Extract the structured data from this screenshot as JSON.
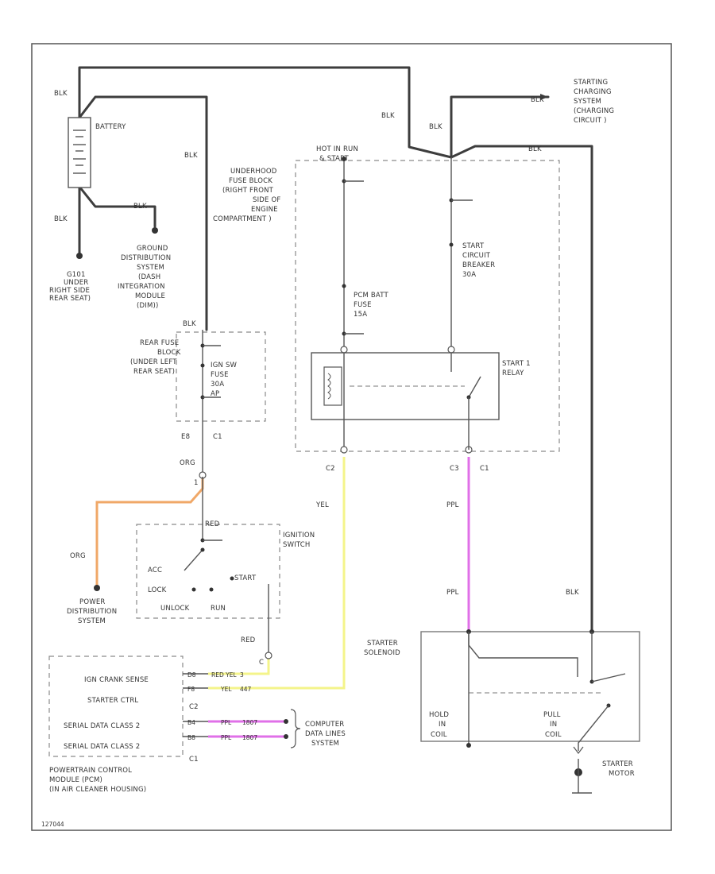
{
  "colors": {
    "wire_blk": "#3d3d3d",
    "wire_org": "#f0a868",
    "wire_yel": "#f4f48a",
    "wire_ppl": "#e070e8",
    "border": "#555555"
  },
  "wire_codes": {
    "blk": "BLK",
    "org": "ORG",
    "yel": "YEL",
    "ppl": "PPL",
    "red": "RED"
  },
  "battery": {
    "label": "BATTERY"
  },
  "ground_g101": {
    "lines": [
      "G101",
      "UNDER",
      "RIGHT SIDE",
      "REAR SEAT)"
    ]
  },
  "ground_distribution": {
    "lines": [
      "GROUND",
      "DISTRIBUTION",
      "SYSTEM",
      "(DASH",
      "INTEGRATION",
      "MODULE",
      "(DIM))"
    ]
  },
  "underhood_fuse_block": {
    "lines": [
      "UNDERHOOD",
      "FUSE BLOCK",
      "(RIGHT FRONT",
      "SIDE OF",
      "ENGINE",
      "COMPARTMENT )"
    ],
    "hot_label_1": "HOT IN RUN",
    "hot_label_2": "& START"
  },
  "start_cb": {
    "lines": [
      "START",
      "CIRCUIT",
      "BREAKER",
      "30A"
    ]
  },
  "pcm_batt_fuse": {
    "lines": [
      "PCM BATT",
      "FUSE",
      "15A"
    ]
  },
  "start_relay": {
    "lines": [
      "START 1",
      "RELAY"
    ]
  },
  "rear_fuse_block": {
    "lines": [
      "REAR FUSE",
      "BLOCK",
      "(UNDER LEFT",
      "REAR SEAT)"
    ]
  },
  "ign_fuse": {
    "lines": [
      "IGN SW",
      "FUSE",
      "30A",
      "AP"
    ]
  },
  "connectors": {
    "e8": "E8",
    "c1": "C1",
    "c2": "C2",
    "c3": "C3",
    "c3b": "C1",
    "one": "1",
    "two": "C"
  },
  "starting_charging": {
    "lines": [
      "STARTING",
      "CHARGING",
      "SYSTEM",
      "(CHARGING",
      "CIRCUIT )"
    ]
  },
  "ignition_switch": {
    "lines": [
      "IGNITION",
      "SWITCH"
    ],
    "acc": "ACC",
    "lock": "LOCK",
    "unlock": "UNLOCK",
    "run": "RUN",
    "start": "START"
  },
  "power_distribution": {
    "lines": [
      "POWER",
      "DISTRIBUTION",
      "SYSTEM"
    ]
  },
  "pcm": {
    "rows": [
      "IGN CRANK SENSE",
      "STARTER CTRL",
      "SERIAL DATA CLASS 2",
      "SERIAL DATA CLASS 2"
    ],
    "pins": [
      "D8",
      "F8",
      "B4",
      "B8"
    ],
    "wire_labels": [
      "RED YEL",
      "YEL",
      "PPL",
      "PPL"
    ],
    "wire_nums": [
      "3",
      "447",
      "1807",
      "1807"
    ],
    "conn": [
      "C2",
      "C1"
    ],
    "name": [
      "POWERTRAIN CONTROL",
      "MODULE (PCM)",
      "(IN AIR CLEANER HOUSING)"
    ]
  },
  "computer_data_lines": {
    "lines": [
      "COMPUTER",
      "DATA LINES",
      "SYSTEM"
    ]
  },
  "starter_solenoid": {
    "lines": [
      "STARTER",
      "SOLENOID"
    ],
    "hold": [
      "HOLD",
      "IN",
      "COIL"
    ],
    "pull": [
      "PULL",
      "IN",
      "COIL"
    ]
  },
  "starter_motor": {
    "lines": [
      "STARTER",
      "MOTOR"
    ]
  },
  "footer_code": "127044"
}
